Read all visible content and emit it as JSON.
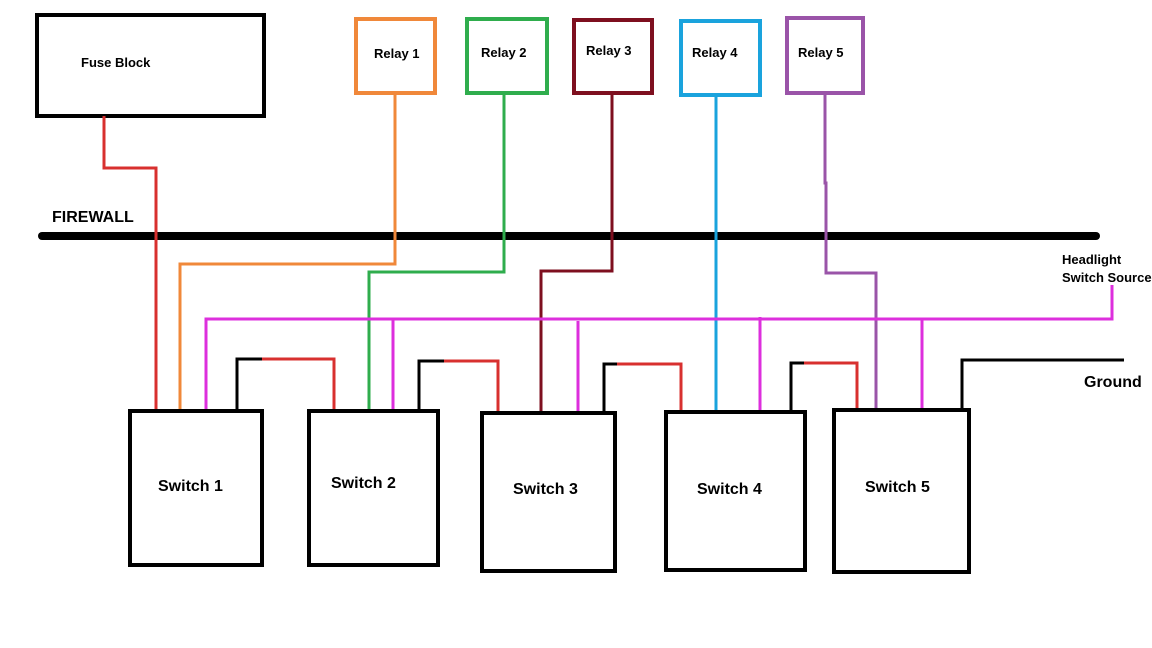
{
  "fuse_block": {
    "label": "Fuse Block"
  },
  "firewall": {
    "label": "FIREWALL"
  },
  "relays": [
    {
      "label": "Relay 1",
      "color": "#f0883a"
    },
    {
      "label": "Relay 2",
      "color": "#2fad4d"
    },
    {
      "label": "Relay 3",
      "color": "#7e0f1f"
    },
    {
      "label": "Relay 4",
      "color": "#1aa3dd"
    },
    {
      "label": "Relay 5",
      "color": "#9a54a8"
    }
  ],
  "switches": [
    {
      "label": "Switch 1"
    },
    {
      "label": "Switch 2"
    },
    {
      "label": "Switch 3"
    },
    {
      "label": "Switch 4"
    },
    {
      "label": "Switch 5"
    }
  ],
  "headlight_source": {
    "line1": "Headlight",
    "line2": "Switch Source",
    "color": "#dd2fdd"
  },
  "ground": {
    "label": "Ground",
    "color": "#000000"
  },
  "power": {
    "color": "#d8302f"
  }
}
